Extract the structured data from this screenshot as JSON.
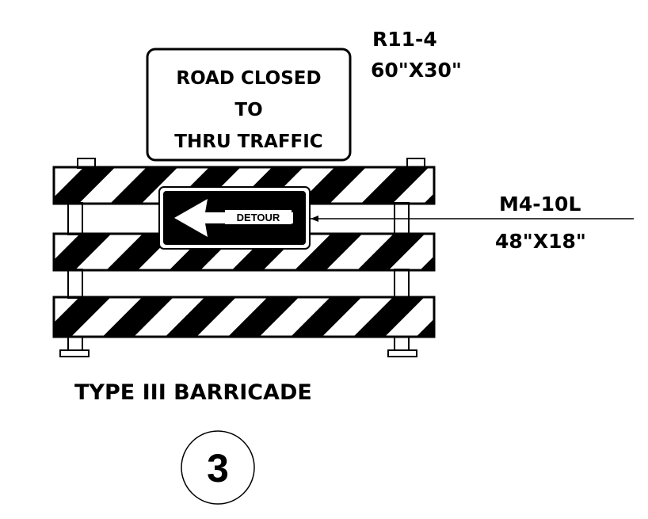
{
  "sign_r11_4": {
    "code": "R11-4",
    "size": "60\"X30\"",
    "line1": "ROAD CLOSED",
    "line2": "TO",
    "line3": "THRU TRAFFIC"
  },
  "sign_m4_10l": {
    "code": "M4-10L",
    "size": "48\"X18\"",
    "label": "DETOUR"
  },
  "barricade_title": "TYPE III BARRICADE",
  "figure_number": "3",
  "colors": {
    "ink": "#000000",
    "paper": "#ffffff"
  }
}
